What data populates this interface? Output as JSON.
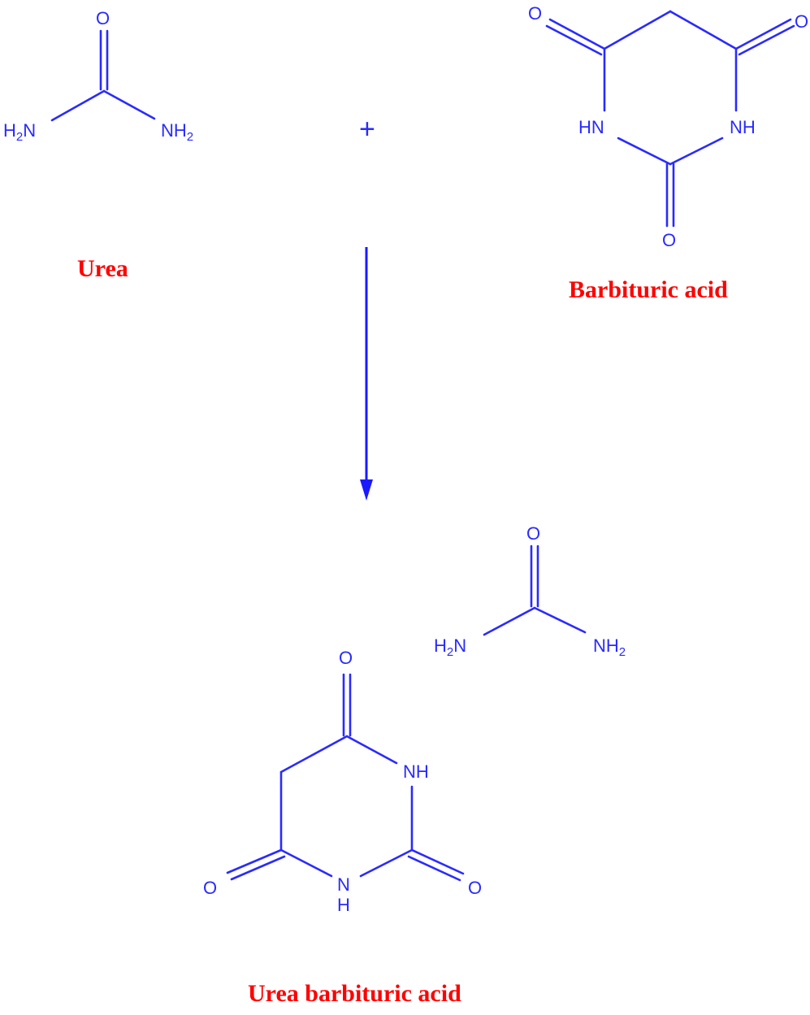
{
  "colors": {
    "structure": "#2a2aff",
    "label": "#ff0000",
    "background": "#ffffff"
  },
  "reaction": {
    "operator": "+",
    "arrow_direction": "down",
    "reactants": [
      {
        "name": "Urea",
        "formula_labels": {
          "oxygen": "O",
          "left_amine": "H2N",
          "right_amine": "NH2"
        }
      },
      {
        "name": "Barbituric acid",
        "formula_labels": {
          "o_left": "O",
          "o_right": "O",
          "o_bottom": "O",
          "n_left": "HN",
          "n_right": "NH"
        }
      }
    ],
    "products": [
      {
        "name": "Urea barbituric acid",
        "components": [
          {
            "name": "urea",
            "formula_labels": {
              "oxygen": "O",
              "left_amine": "H2N",
              "right_amine": "NH2"
            }
          },
          {
            "name": "barbituric acid",
            "formula_labels": {
              "o_top": "O",
              "o_left": "O",
              "o_right": "O",
              "n_right": "NH",
              "n_bottom_n": "N",
              "n_bottom_h": "H"
            }
          }
        ]
      }
    ]
  },
  "labels": {
    "urea": "Urea",
    "barbituric_acid": "Barbituric acid",
    "product": "Urea barbituric acid"
  }
}
